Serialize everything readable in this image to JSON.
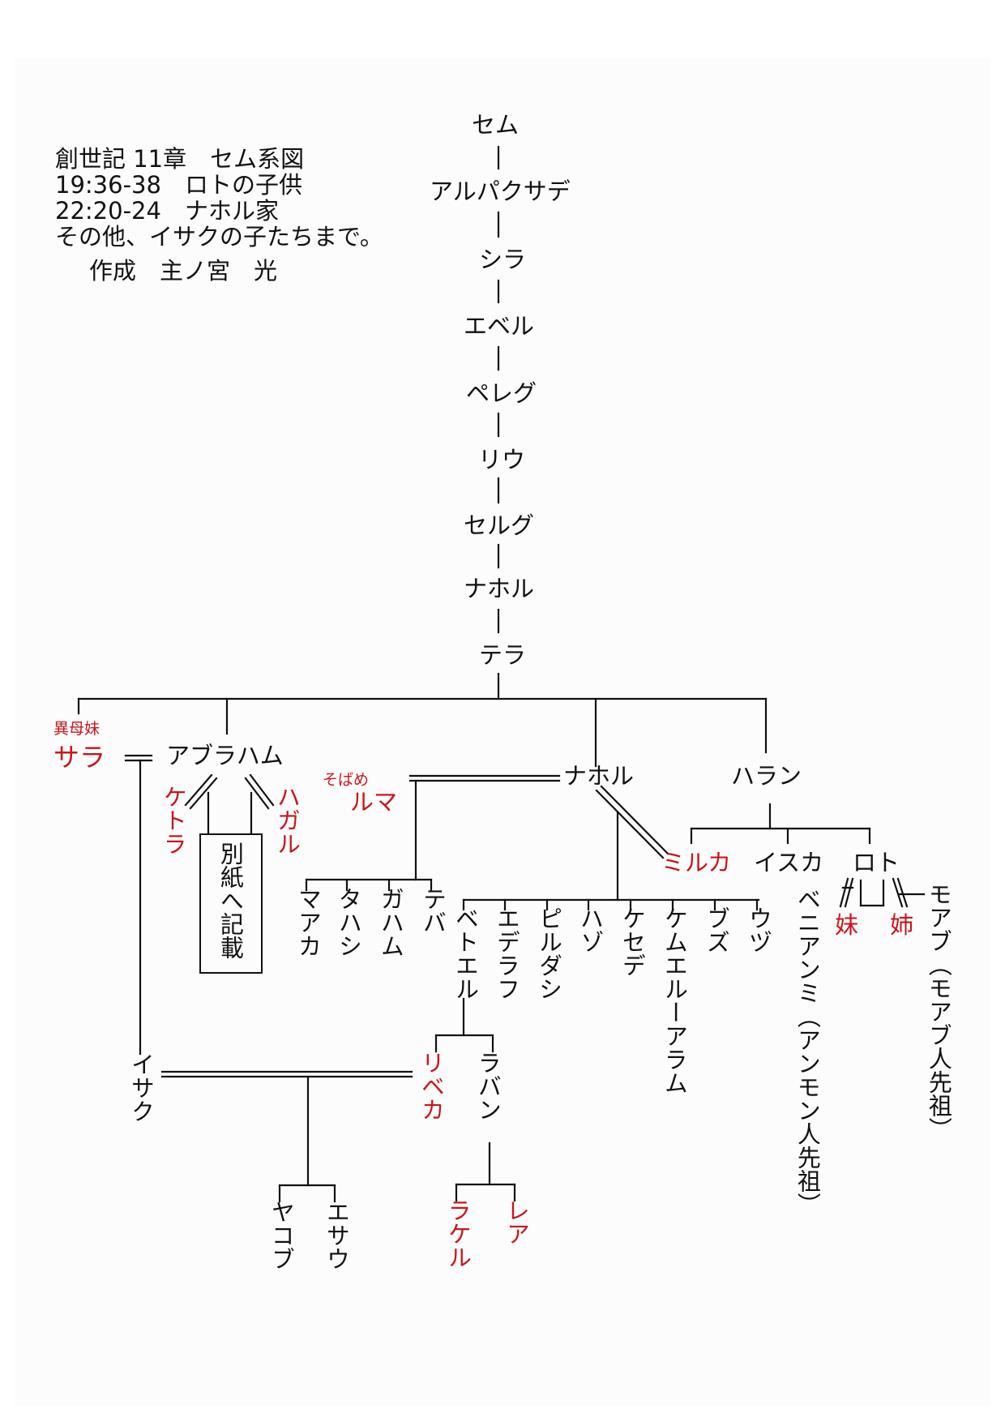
{
  "info": {
    "title": "創世記 11章　セム系図",
    "ref1": "19:36-38　ロトの子供",
    "ref2": "22:20-24　ナホル家",
    "note": "その他、イサクの子たちまで。",
    "author": "作成　主ノ宮　光"
  },
  "colors": {
    "line": "#111111",
    "highlight": "#c8161d"
  },
  "nodes": {
    "sem": "セム",
    "arpachshad": "アルパクサデ",
    "shelah": "シラ",
    "eber": "エベル",
    "peleg": "ペレグ",
    "reu": "リウ",
    "serug": "セルグ",
    "nahor_elder": "ナホル",
    "terah": "テラ",
    "half_sister_label": "異母妹",
    "sarah": "サラ",
    "abraham": "アブラハム",
    "keturah": "ケトラ",
    "hagar": "ハガル",
    "separate_note": "別紙へ記載",
    "concubine_label": "そばめ",
    "reumah": "ルマ",
    "nahor": "ナホル",
    "milcah": "ミルカ",
    "haran": "ハラン",
    "iscah": "イスカ",
    "lot": "ロト",
    "younger_daughter": "妹",
    "elder_daughter": "姉",
    "benammi": "ベニアンミ（アンモン人先祖）",
    "moab": "モアブ（モアブ人先祖）",
    "maacah": "マアカ",
    "tahash": "タハシ",
    "gaham": "ガハム",
    "tebah": "テバ",
    "bethuel": "ベトエル",
    "jidlaph": "エデラフ",
    "pildash": "ピルダシ",
    "hazo": "ハゾ",
    "chesed": "ケセデ",
    "kemuel": "ケムエルーアラム",
    "buz": "ブズ",
    "uz": "ウヅ",
    "isaac": "イサク",
    "rebekah": "リベカ",
    "laban": "ラバン",
    "jacob": "ヤコブ",
    "esau": "エサウ",
    "rachel": "ラケル",
    "leah": "レア"
  }
}
